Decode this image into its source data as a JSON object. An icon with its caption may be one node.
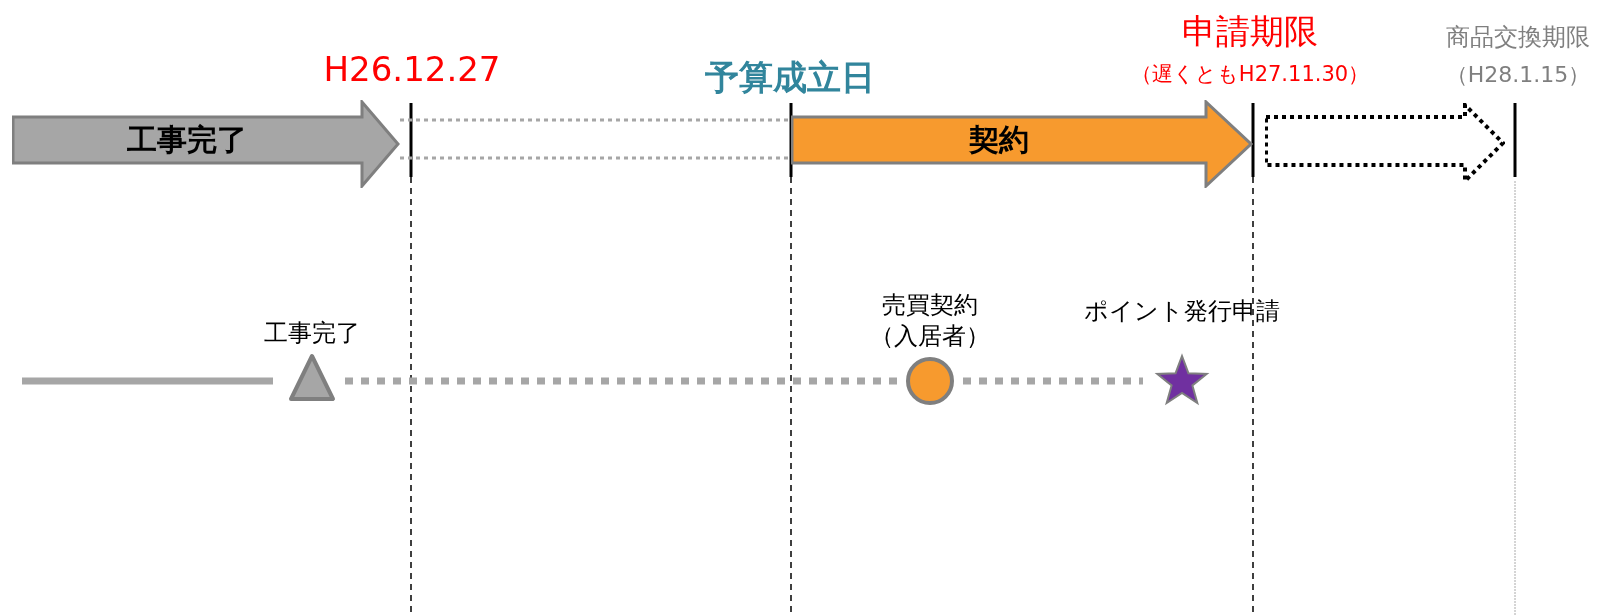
{
  "diagram": {
    "nodes": [
      {
        "text": [
          "工事完了"
        ]
      },
      {
        "text": [
          "契約"
        ]
      },
      {
        "text": [],
        "shape": "arrow"
      },
      {
        "text": [
          "工事完了"
        ]
      },
      {
        "text": [
          "売買契約（入居者）"
        ]
      },
      {
        "text": [
          "ポイント発行申請"
        ]
      }
    ],
    "edges": [
      {
        "from": 0,
        "to": 1,
        "arrow": "none",
        "style": "dashed"
      },
      {
        "from": 0,
        "to": 1,
        "arrow": "none",
        "style": "dashed"
      },
      {
        "from": null,
        "to": 3,
        "arrow": "none"
      },
      {
        "from": 3,
        "to": 4,
        "arrow": "none",
        "style": "dashed"
      },
      {
        "from": 4,
        "to": 5,
        "arrow": "none",
        "style": "dashed"
      }
    ],
    "labels": [
      "申請期限",
      "商品交換期限",
      "H26.12.27",
      "予算成立日",
      "（遅くともH27.11.30）",
      "（H28.1.15）"
    ]
  }
}
